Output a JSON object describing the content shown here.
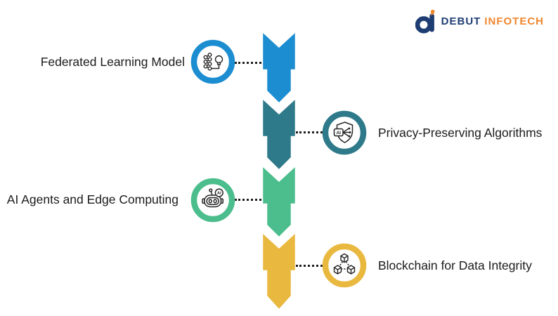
{
  "page": {
    "background": "#ffffff",
    "text_color": "#1b1b1d"
  },
  "logo": {
    "brand_primary": "DEBUT",
    "brand_secondary": "INFOTECH",
    "primary_color": "#1e3e73",
    "secondary_color": "#f0862f"
  },
  "icon_text": {
    "ai": "AI"
  },
  "items": [
    {
      "label": "Federated Learning Model",
      "side": "left",
      "color": "#1b8dd0",
      "icon": "machine-learning-lightbulb-icon"
    },
    {
      "label": "Privacy-Preserving Algorithms",
      "side": "right",
      "color": "#2f7a8a",
      "icon": "ai-shield-icon"
    },
    {
      "label": "AI Agents and Edge Computing",
      "side": "left",
      "color": "#4cbd8c",
      "icon": "robot-icon"
    },
    {
      "label": "Blockchain for Data Integrity",
      "side": "right",
      "color": "#e9b83f",
      "icon": "blockchain-cubes-icon"
    }
  ]
}
